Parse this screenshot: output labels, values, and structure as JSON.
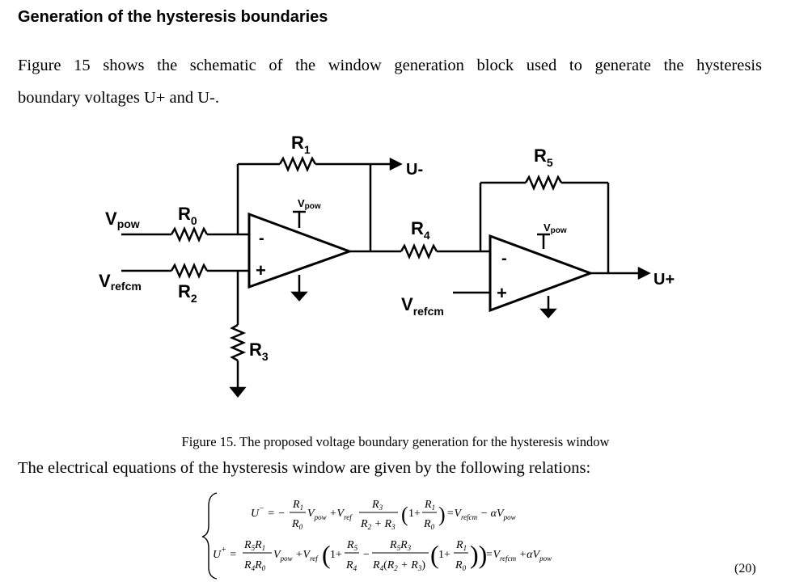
{
  "heading": "Generation of the hysteresis boundaries",
  "paragraph1": {
    "line1": "Figure 15 shows the schematic of the window generation block used to generate the hysteresis",
    "line2": "boundary voltages U+ and U-."
  },
  "schematic": {
    "R0": "R",
    "R0_sub": "0",
    "R1": "R",
    "R1_sub": "1",
    "R2": "R",
    "R2_sub": "2",
    "R3": "R",
    "R3_sub": "3",
    "R4": "R",
    "R4_sub": "4",
    "R5": "R",
    "R5_sub": "5",
    "V": "V",
    "pow": "pow",
    "refcm": "refcm",
    "minus": "-",
    "plus": "+",
    "out_minus": "U-",
    "out_plus": "U+"
  },
  "caption": "Figure 15. The proposed voltage boundary generation for the hysteresis window",
  "paragraph2": "The electrical equations of the hysteresis window are given by the following relations:",
  "equation_number": "(20)",
  "equations": {
    "U": "U",
    "R": "R",
    "V": "V",
    "pow": "pow",
    "ref": "ref",
    "refcm": "refcm",
    "alpha": "α",
    "one": "1",
    "plus": "+",
    "minus": "−",
    "eq": "="
  }
}
